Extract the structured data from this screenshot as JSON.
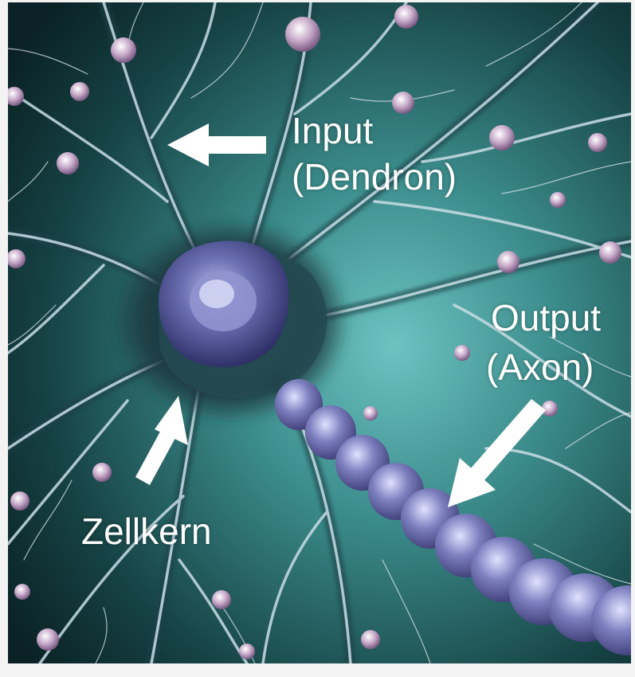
{
  "labels": {
    "input": "Input",
    "input_sub": "(Dendron)",
    "output": "Output",
    "output_sub": "(Axon)",
    "nucleus": "Zellkern"
  },
  "colors": {
    "background_dark": "#0d2a2e",
    "background_glow": "#4fa6a3",
    "nucleus": "#4a4f8e",
    "axon_segment": "#6a6fa8",
    "dendrite": "#cfe4ec",
    "arrow": "#ffffff",
    "text": "#ffffff"
  },
  "icons": {
    "input_arrow": "arrow-left-icon",
    "output_arrow": "arrow-down-left-icon",
    "nucleus_arrow": "arrow-up-right-icon"
  }
}
